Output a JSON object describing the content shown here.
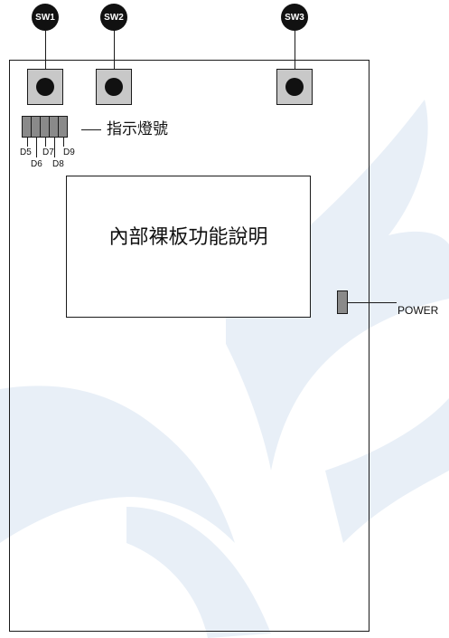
{
  "switches": [
    {
      "label": "SW1"
    },
    {
      "label": "SW2"
    },
    {
      "label": "SW3"
    }
  ],
  "leds": {
    "labels": [
      "D5",
      "D6",
      "D7",
      "D8",
      "D9"
    ],
    "legend": "指示燈號"
  },
  "center": {
    "title": "內部裸板功能說明"
  },
  "power": {
    "label": "POWER"
  },
  "colors": {
    "line": "#1a1a1a",
    "switch_body": "#c8c8c8",
    "led_fill": "#8a8a8a",
    "watermark": "#e6eef6"
  }
}
